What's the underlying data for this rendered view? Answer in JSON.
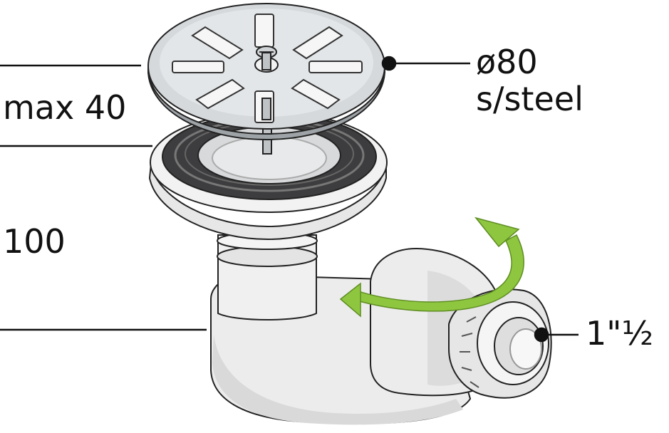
{
  "labels": {
    "max_height": "max 40",
    "total_height": "100",
    "grate_diameter": "ø80",
    "grate_material": "s/steel",
    "outlet_thread": "1\"½"
  },
  "colors": {
    "arrow": "#8ec73f",
    "steel": "#cfd3d6",
    "gasket": "#3d3d3f",
    "plastic": "#ececec",
    "outline": "#222222"
  },
  "icons": {
    "rotate": "curved-double-arrow"
  }
}
